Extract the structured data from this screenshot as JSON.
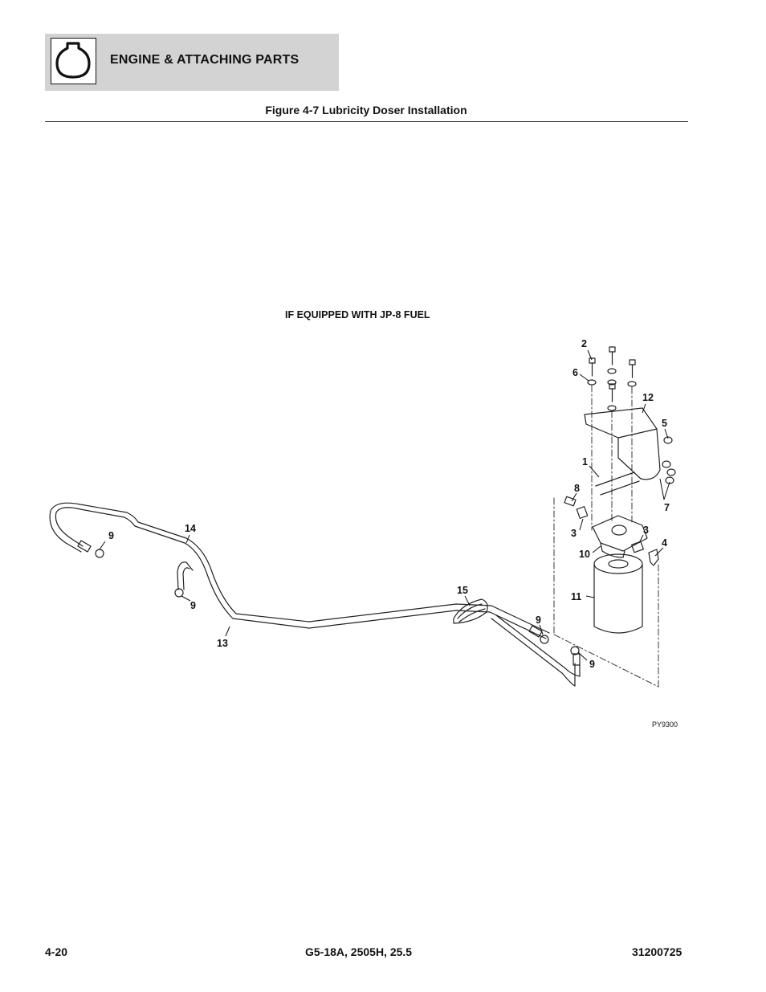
{
  "header": {
    "section_title": "ENGINE & ATTACHING PARTS",
    "icon": "engine-outline-icon"
  },
  "figure": {
    "caption": "Figure 4-7 Lubricity Doser Installation",
    "note": "IF EQUIPPED WITH JP-8 FUEL",
    "drawing_id": "PY9300",
    "callouts": [
      "2",
      "6",
      "12",
      "5",
      "1",
      "8",
      "7",
      "3",
      "3",
      "4",
      "10",
      "11",
      "14",
      "9",
      "9",
      "15",
      "9",
      "9",
      "13"
    ]
  },
  "footer": {
    "page_number": "4-20",
    "model": "G5-18A, 2505H, 25.5",
    "manual_number": "31200725"
  }
}
